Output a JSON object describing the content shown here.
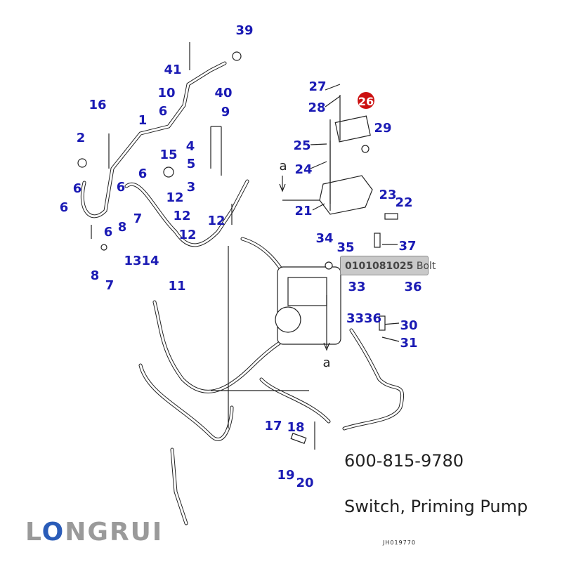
{
  "diagram": {
    "callouts": [
      "39",
      "41",
      "40",
      "10",
      "9",
      "16",
      "1",
      "6",
      "2",
      "15",
      "4",
      "5",
      "6",
      "3",
      "6",
      "6",
      "12",
      "6",
      "7",
      "8",
      "12",
      "6",
      "12",
      "12",
      "13",
      "14",
      "8",
      "7",
      "11",
      "27",
      "28",
      "26",
      "29",
      "25",
      "24",
      "a",
      "23",
      "22",
      "21",
      "34",
      "35",
      "37",
      "36",
      "3336",
      "30",
      "31",
      "a",
      "17",
      "18",
      "19",
      "20",
      "33"
    ],
    "highlighted_callout_color": "#cc1111"
  },
  "tooltip": {
    "part_number": "0101081025",
    "name": "Bolt"
  },
  "part_info": {
    "number": "600-815-9780",
    "description": "Switch, Priming Pump"
  },
  "drawing_code": "JH019770",
  "logo": {
    "text": "LONGRUI",
    "color": "#9a9a9a",
    "accent": "#2a5cb8"
  }
}
